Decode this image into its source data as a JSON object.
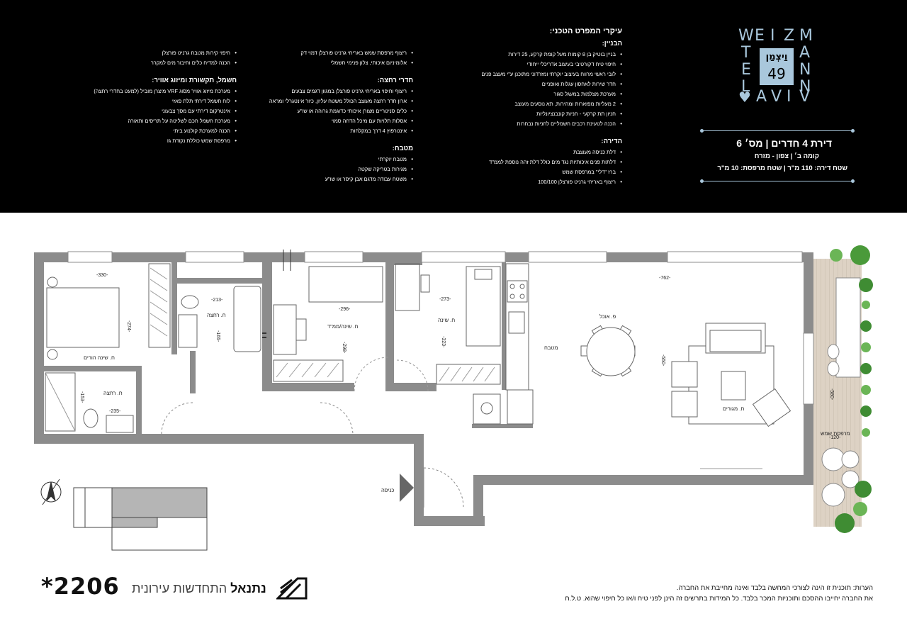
{
  "specs": {
    "title": "עיקרי המפרט הטכני:",
    "building": {
      "title": "הבניין:",
      "items": [
        "בניין בוטיק בן 8 קומות מעל קומת קרקע, 25 דירות",
        "חיפוי טיח דקורטיבי בעיצוב אדריכלי ייחודי",
        "לובי ראשי מרווח בעיצוב יוקרתי ומזרדוני מתוכנן ע\"י מעצב פנים",
        "חדר שירות לאחסון עגלות ואופניים",
        "מערכת מצלמות במעגל סגור",
        "2 מעליות מפוארות ומהירות, תא נוסעים מעוצב",
        "חניון תת קרקעי - חניות קונבנציונליות",
        "הכנה לטעינת רכבים חשמליים לחניות נבחרות"
      ]
    },
    "apartment": {
      "title": "הדירה:",
      "items": [
        "דלת כניסה מעוצבת",
        "דלתות פנים איכותיות נגד מים כולל דלת זהה נוספת לממ\"ד",
        "ברז \"דלי\" במרפסת שמש",
        "ריצוף באריחי גרניט פורצלן 100/100"
      ]
    },
    "bathrooms": {
      "pre_items": [
        "ריצוף מרפסת שמש באריחי גרניט פורצלן דמוי דק",
        "אלומיניום איכותי, צלון פנימי חשמלי"
      ],
      "title": "חדרי רחצה:",
      "items": [
        "ריצוף וחיפוי באריחי גרניט פורצלן במגוון דגמים צבעים",
        "ארון חדר רחצה מעוצב הכולל משטח עליון, כיור אינטגרלי ומראה",
        "כלים סניטריים מצורן איכותי כדוגמת גרוהה או שו\"ע",
        "אסלות תלויות עם מיכל הדחה סמוי",
        "אינטרפוץ 4 דרך במקלחות"
      ]
    },
    "kitchen": {
      "title": "מטבח:",
      "items": [
        "מטבח יוקרתי",
        "מגירות בטריקה שקטה",
        "משטח עבודה מדגם אבן קיסר או שו\"ע"
      ]
    },
    "electrical": {
      "pre_items": [
        "חיפוי קירות מטבח גרניט פורצלן",
        "הכנה למדיח כלים וחיבור מים למקרר"
      ],
      "title": "חשמל, תקשורת ומיזוג אוויר:",
      "items": [
        "מערכת מיזוג אוויר מסוג VRF מיצרן מוביל (למעט בחדרי רחצה)",
        "לוח חשמל דירתי תלת פאזי",
        "אינטרקום דירתי עם מסך צבעוני",
        "מערכת חשמל חכם לשליטה על תריסים ותאורה",
        "הכנה למערכת קולנוע ביתי",
        "מרפסת שמש כוללת נקודת גז"
      ]
    }
  },
  "logo": {
    "row1": [
      "W",
      "E",
      "I",
      "Z",
      "M"
    ],
    "right_col": [
      "A",
      "N",
      "N"
    ],
    "left_col": [
      "T",
      "E",
      "L"
    ],
    "bottom_row": [
      "A",
      "V",
      "I",
      "V"
    ],
    "hebrew": "וַיצְמַן",
    "number": "49",
    "colors": {
      "accent": "#a9c7dc",
      "background": "#000000"
    }
  },
  "apartment_box": {
    "title": "דירת 4 חדרים | מס׳ 6",
    "subtitle": "קומה ב׳ | צפון - מזרח",
    "area": "שטח דירה: 110 מ\"ר | שטח מרפסת: 10 מ\"ר"
  },
  "plan": {
    "rooms": {
      "master": "ח. שינה הורים",
      "bath1": "ח. רחצה",
      "bath2": "ח. רחצה",
      "safe_room": "ח. שינה/ממ\"ד",
      "bedroom": "ח. שינה",
      "kitchen": "מטבח",
      "dining": "פ. אוכל",
      "living": "ח. מגורים",
      "balcony": "מרפסת שמש",
      "entrance": "כניסה"
    },
    "dims": {
      "master_w": "-330-",
      "master_h": "-274-",
      "bath1_w": "-213-",
      "bath1_h": "-165-",
      "bath2_h": "-153-",
      "bath2_w": "-235-",
      "safe_w": "-296-",
      "safe_h": "-298-",
      "bed_w": "-273-",
      "bed_h": "-323-",
      "living_w": "-762-",
      "living_h": "-550-",
      "balcony_h": "-580-",
      "balcony_w": "-120-"
    },
    "colors": {
      "wall": "#8c8c8c",
      "balcony_floor": "#ddd2c4",
      "plant": "#4a9a3a"
    }
  },
  "footer": {
    "notes": [
      "הערות: תוכנית זו הינה לצורכי המחשה בלבד ואינה מחייבת את החברה.",
      "את החברה יחייבו ההסכם ותוכניות המכר בלבד. כל המידות בתרשים זה הינן לפני טיח ו/או כל חיפוי שהוא. ט.ל.ח"
    ],
    "developer_bold": "נתנאל",
    "developer_rest": "התחדשות עירונית",
    "plan_code": "*2206"
  }
}
